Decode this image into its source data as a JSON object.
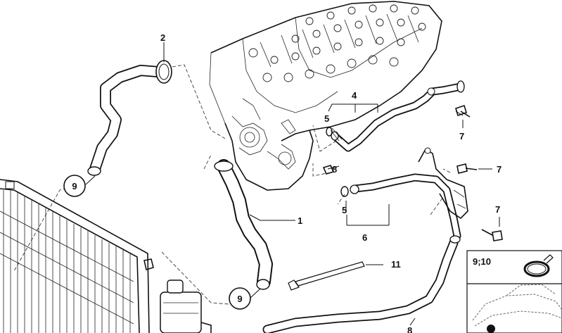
{
  "parts": {
    "p1": "1",
    "p2": "2",
    "p4": "4",
    "p5a": "5",
    "p5b": "5",
    "p6": "6",
    "p7a": "7",
    "p7b": "7",
    "p7c": "7",
    "p8": "8",
    "p9a": "9",
    "p9b": "9",
    "p11": "11",
    "p8bottom": "8"
  },
  "inset": {
    "label": "9;10"
  }
}
